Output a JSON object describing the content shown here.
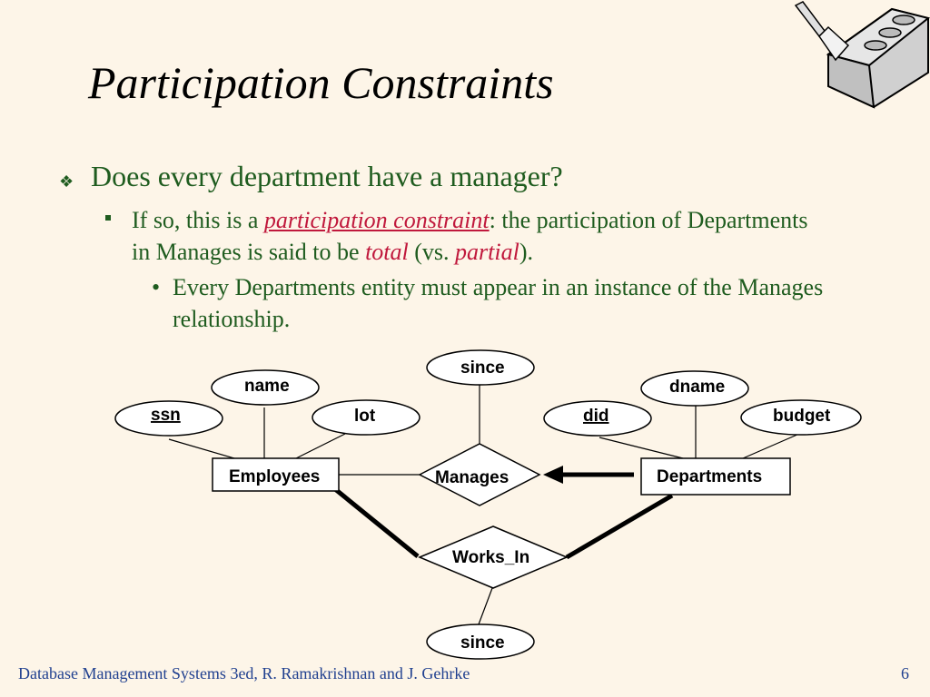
{
  "slide": {
    "title": "Participation Constraints",
    "bullet1": "Does every department have a manager?",
    "bullet2": {
      "pre": "If so, this is a ",
      "term": "participation constraint",
      "mid": ":  the participation of Departments in Manages is said to be ",
      "total": "total",
      "vs": " (vs. ",
      "partial": "partial",
      "end": ")."
    },
    "bullet3": "Every Departments entity must appear in an instance of the Manages relationship."
  },
  "diagram": {
    "employees": "Employees",
    "departments": "Departments",
    "manages": "Manages",
    "works_in": "Works_In",
    "ssn": "ssn",
    "name": "name",
    "lot": "lot",
    "did": "did",
    "dname": "dname",
    "budget": "budget",
    "since_top": "since",
    "since_bottom": "since"
  },
  "footer": {
    "text": "Database Management Systems 3ed,  R. Ramakrishnan and J. Gehrke",
    "page": "6"
  },
  "colors": {
    "background": "#fdf5e8",
    "body_text": "#1f5c1f",
    "emphasis": "#c0183c",
    "footer": "#1f3f8f"
  }
}
